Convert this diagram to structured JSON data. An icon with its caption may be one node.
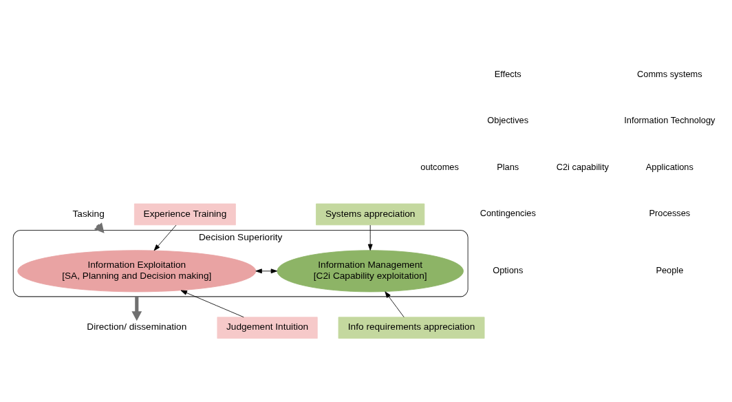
{
  "diagram": {
    "nodes": [
      {
        "text": [
          "Tasking"
        ]
      },
      {
        "text": [
          "Experience Training"
        ]
      },
      {
        "text": [
          "Systems appreciation"
        ]
      },
      {
        "text": [
          "Decision Superiority"
        ]
      },
      {
        "text": [
          "Information Exploitation",
          "[SA, Planning and Decision making]"
        ],
        "in": 3
      },
      {
        "text": [
          "Information Management",
          "[C2i Capability exploitation]"
        ],
        "in": 3
      },
      {
        "text": [
          "Judgement Intuition"
        ]
      },
      {
        "text": [
          "Info requirements appreciation"
        ]
      },
      {
        "text": [
          "Direction/ dissemination"
        ]
      }
    ],
    "edges": [
      {
        "from": 0,
        "to": 3,
        "arrow": "to",
        "style": "thick",
        "color": "#707070"
      },
      {
        "from": 1,
        "to": 4,
        "arrow": "to"
      },
      {
        "from": 2,
        "to": 5,
        "arrow": "to"
      },
      {
        "from": 4,
        "to": 5,
        "arrow": "both"
      },
      {
        "from": 6,
        "to": 4,
        "arrow": "to"
      },
      {
        "from": 7,
        "to": 5,
        "arrow": "to"
      },
      {
        "from": 3,
        "to": 8,
        "arrow": "to",
        "style": "thick",
        "color": "#707070"
      }
    ],
    "labels": [
      "outcomes",
      "Effects",
      "Objectives",
      "Plans",
      "Contingencies",
      "Options",
      "C2i capability",
      "Comms systems",
      "Information Technology",
      "Applications",
      "Processes",
      "People"
    ]
  }
}
